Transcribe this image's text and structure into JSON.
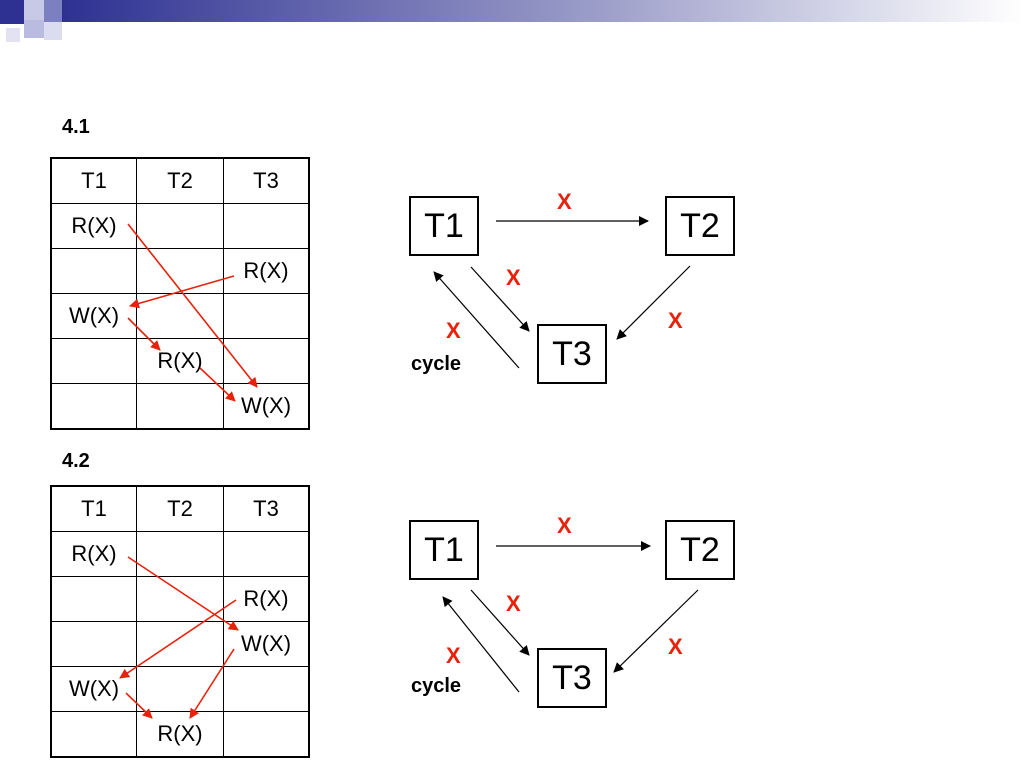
{
  "sections": [
    {
      "label": "4.1",
      "headers": [
        "T1",
        "T2",
        "T3"
      ],
      "rows": [
        [
          "R(X)",
          "",
          ""
        ],
        [
          "",
          "",
          "R(X)"
        ],
        [
          "W(X)",
          "",
          ""
        ],
        [
          "",
          "R(X)",
          ""
        ],
        [
          "",
          "",
          "W(X)"
        ]
      ],
      "graph": {
        "nodes": [
          "T1",
          "T2",
          "T3"
        ],
        "edge_labels": [
          "X",
          "X",
          "X",
          "X"
        ],
        "cycle_label": "cycle"
      }
    },
    {
      "label": "4.2",
      "headers": [
        "T1",
        "T2",
        "T3"
      ],
      "rows": [
        [
          "R(X)",
          "",
          ""
        ],
        [
          "",
          "",
          "R(X)"
        ],
        [
          "",
          "",
          "W(X)"
        ],
        [
          "W(X)",
          "",
          ""
        ],
        [
          "",
          "R(X)",
          ""
        ]
      ],
      "graph": {
        "nodes": [
          "T1",
          "T2",
          "T3"
        ],
        "edge_labels": [
          "X",
          "X",
          "X",
          "X"
        ],
        "cycle_label": "cycle"
      }
    }
  ],
  "colors": {
    "arrow": "#e8220a",
    "edge_label": "#e8220a",
    "banner_dark": "#2e3192",
    "banner_light": "#ffffff"
  }
}
